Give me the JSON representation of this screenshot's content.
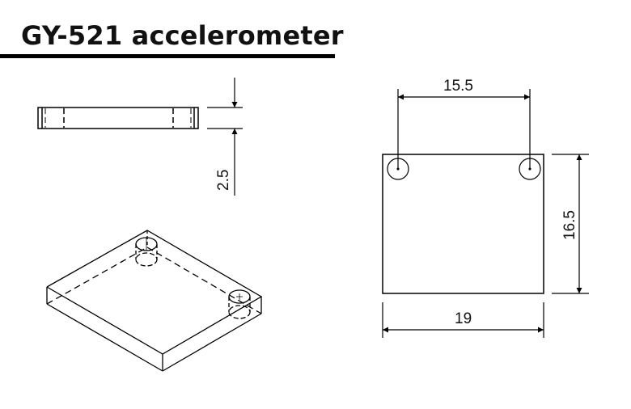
{
  "title": "GY-521 accelerometer",
  "views": {
    "side": {
      "thickness_label": "2.5"
    },
    "top": {
      "hole_spacing_label": "15.5",
      "height_label": "16.5",
      "width_label": "19"
    },
    "isometric": {
      "label": ""
    }
  },
  "colors": {
    "line": "#000000",
    "background": "#ffffff"
  }
}
